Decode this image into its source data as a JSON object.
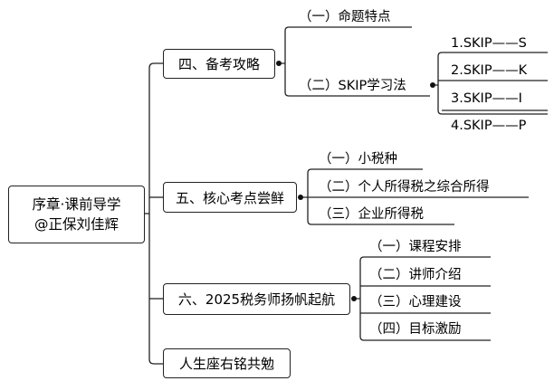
{
  "root": {
    "line1": "序章·课前导学",
    "line2": "@正保刘佳辉"
  },
  "branches": [
    {
      "label": "四、备考攻略",
      "children": [
        {
          "label": "（一）命题特点",
          "children": []
        },
        {
          "label": "（二）SKIP学习法",
          "children": [
            {
              "label": "1.SKIP——S"
            },
            {
              "label": "2.SKIP——K"
            },
            {
              "label": "3.SKIP——I"
            },
            {
              "label": "4.SKIP——P"
            }
          ]
        }
      ]
    },
    {
      "label": "五、核心考点尝鲜",
      "children": [
        {
          "label": "（一）小税种"
        },
        {
          "label": "（二）个人所得税之综合所得"
        },
        {
          "label": "（三）企业所得税"
        }
      ]
    },
    {
      "label": "六、2025税务师扬帆起航",
      "children": [
        {
          "label": "（一）课程安排"
        },
        {
          "label": "（二）讲师介绍"
        },
        {
          "label": "（三）心理建设"
        },
        {
          "label": "（四）目标激励"
        }
      ]
    },
    {
      "label": "人生座右铭共勉",
      "children": []
    }
  ]
}
